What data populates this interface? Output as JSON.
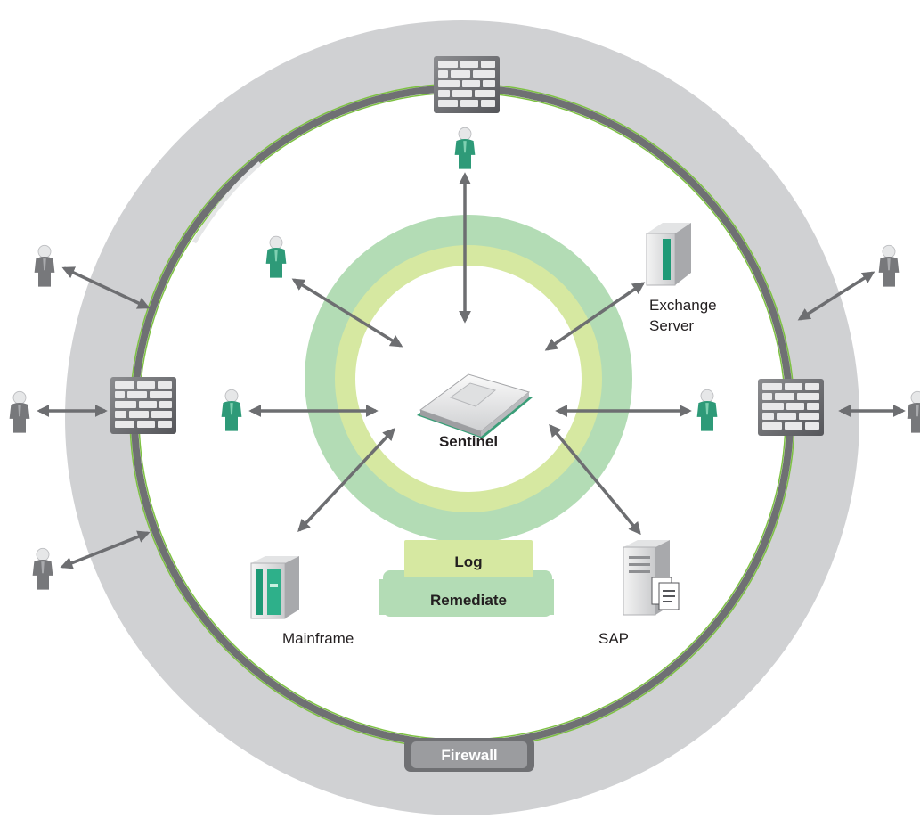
{
  "labels": {
    "center": "Sentinel",
    "log": "Log",
    "remediate": "Remediate",
    "firewall": "Firewall",
    "exchange_line1": "Exchange",
    "exchange_line2": "Server",
    "mainframe": "Mainframe",
    "sap": "SAP"
  },
  "colors": {
    "outer_ring": "#d0d1d3",
    "firewall_ring": "#6f7073",
    "firewall_edge": "#7dc142",
    "remediate_ring": "#b3dcb5",
    "log_ring": "#d6e8a1",
    "arrow": "#6d6e71",
    "internal_user": "#2e9a78",
    "external_user": "#77787b",
    "server_accent": "#1e9a76",
    "wall": "#6a6b6e"
  }
}
